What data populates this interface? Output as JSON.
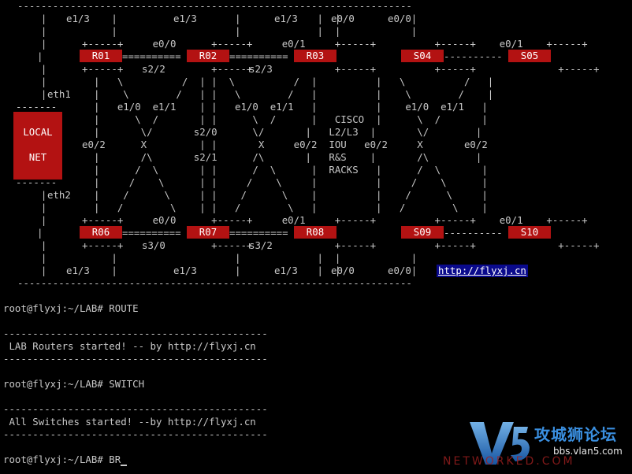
{
  "topology": {
    "routers": [
      "R01",
      "R02",
      "R03",
      "R06",
      "R07",
      "R08"
    ],
    "switches": [
      "S04",
      "S05",
      "S09",
      "S10"
    ],
    "local_net": [
      "LOCAL",
      "NET"
    ],
    "labels": {
      "e13": "e1/3",
      "e00": "e0/0",
      "e01": "e0/1",
      "e02": "e0/2",
      "e10": "e1/0",
      "e11": "e1/1",
      "s22": "s2/2",
      "s23": "s2/3",
      "s20": "s2/0",
      "s21": "s2/1",
      "s30": "s3/0",
      "s32": "s3/2",
      "eth1": "eth1",
      "eth2": "eth2",
      "x": "X"
    },
    "center_text": [
      "CISCO",
      "L2/L3",
      "IOU",
      "R&S",
      "RACKS"
    ],
    "link": "http://flyxj.cn"
  },
  "terminal": {
    "prompt1": "root@flyxj:~/LAB# ROUTE",
    "msg1": " LAB Routers started! -- by http://flyxj.cn",
    "prompt2": "root@flyxj:~/LAB# SWITCH",
    "msg2": " All Switches started! --by http://flyxj.cn",
    "prompt3": "root@flyxj:~/LAB# BR"
  },
  "watermark": {
    "brand": "攻城狮论坛",
    "url": "bbs.vlan5.com",
    "sub": "NETWORKED.COM"
  }
}
